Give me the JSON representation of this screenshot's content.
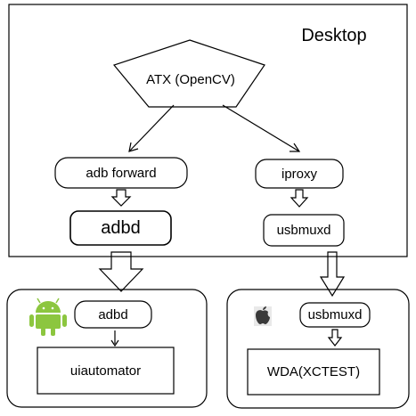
{
  "desktop": {
    "title": "Desktop"
  },
  "atx": {
    "label": "ATX (OpenCV)"
  },
  "android_path": {
    "forward_label": "adb forward",
    "daemon_label": "adbd"
  },
  "ios_path": {
    "proxy_label": "iproxy",
    "mux_label": "usbmuxd"
  },
  "android_device": {
    "icon": "android-icon",
    "daemon_label": "adbd",
    "automator_label": "uiautomator"
  },
  "ios_device": {
    "icon": "apple-icon",
    "mux_label": "usbmuxd",
    "agent_label": "WDA(XCTEST)"
  },
  "colors": {
    "line": "#000000",
    "android_green": "#8cc63f",
    "apple_gray": "#3a3a3a"
  }
}
